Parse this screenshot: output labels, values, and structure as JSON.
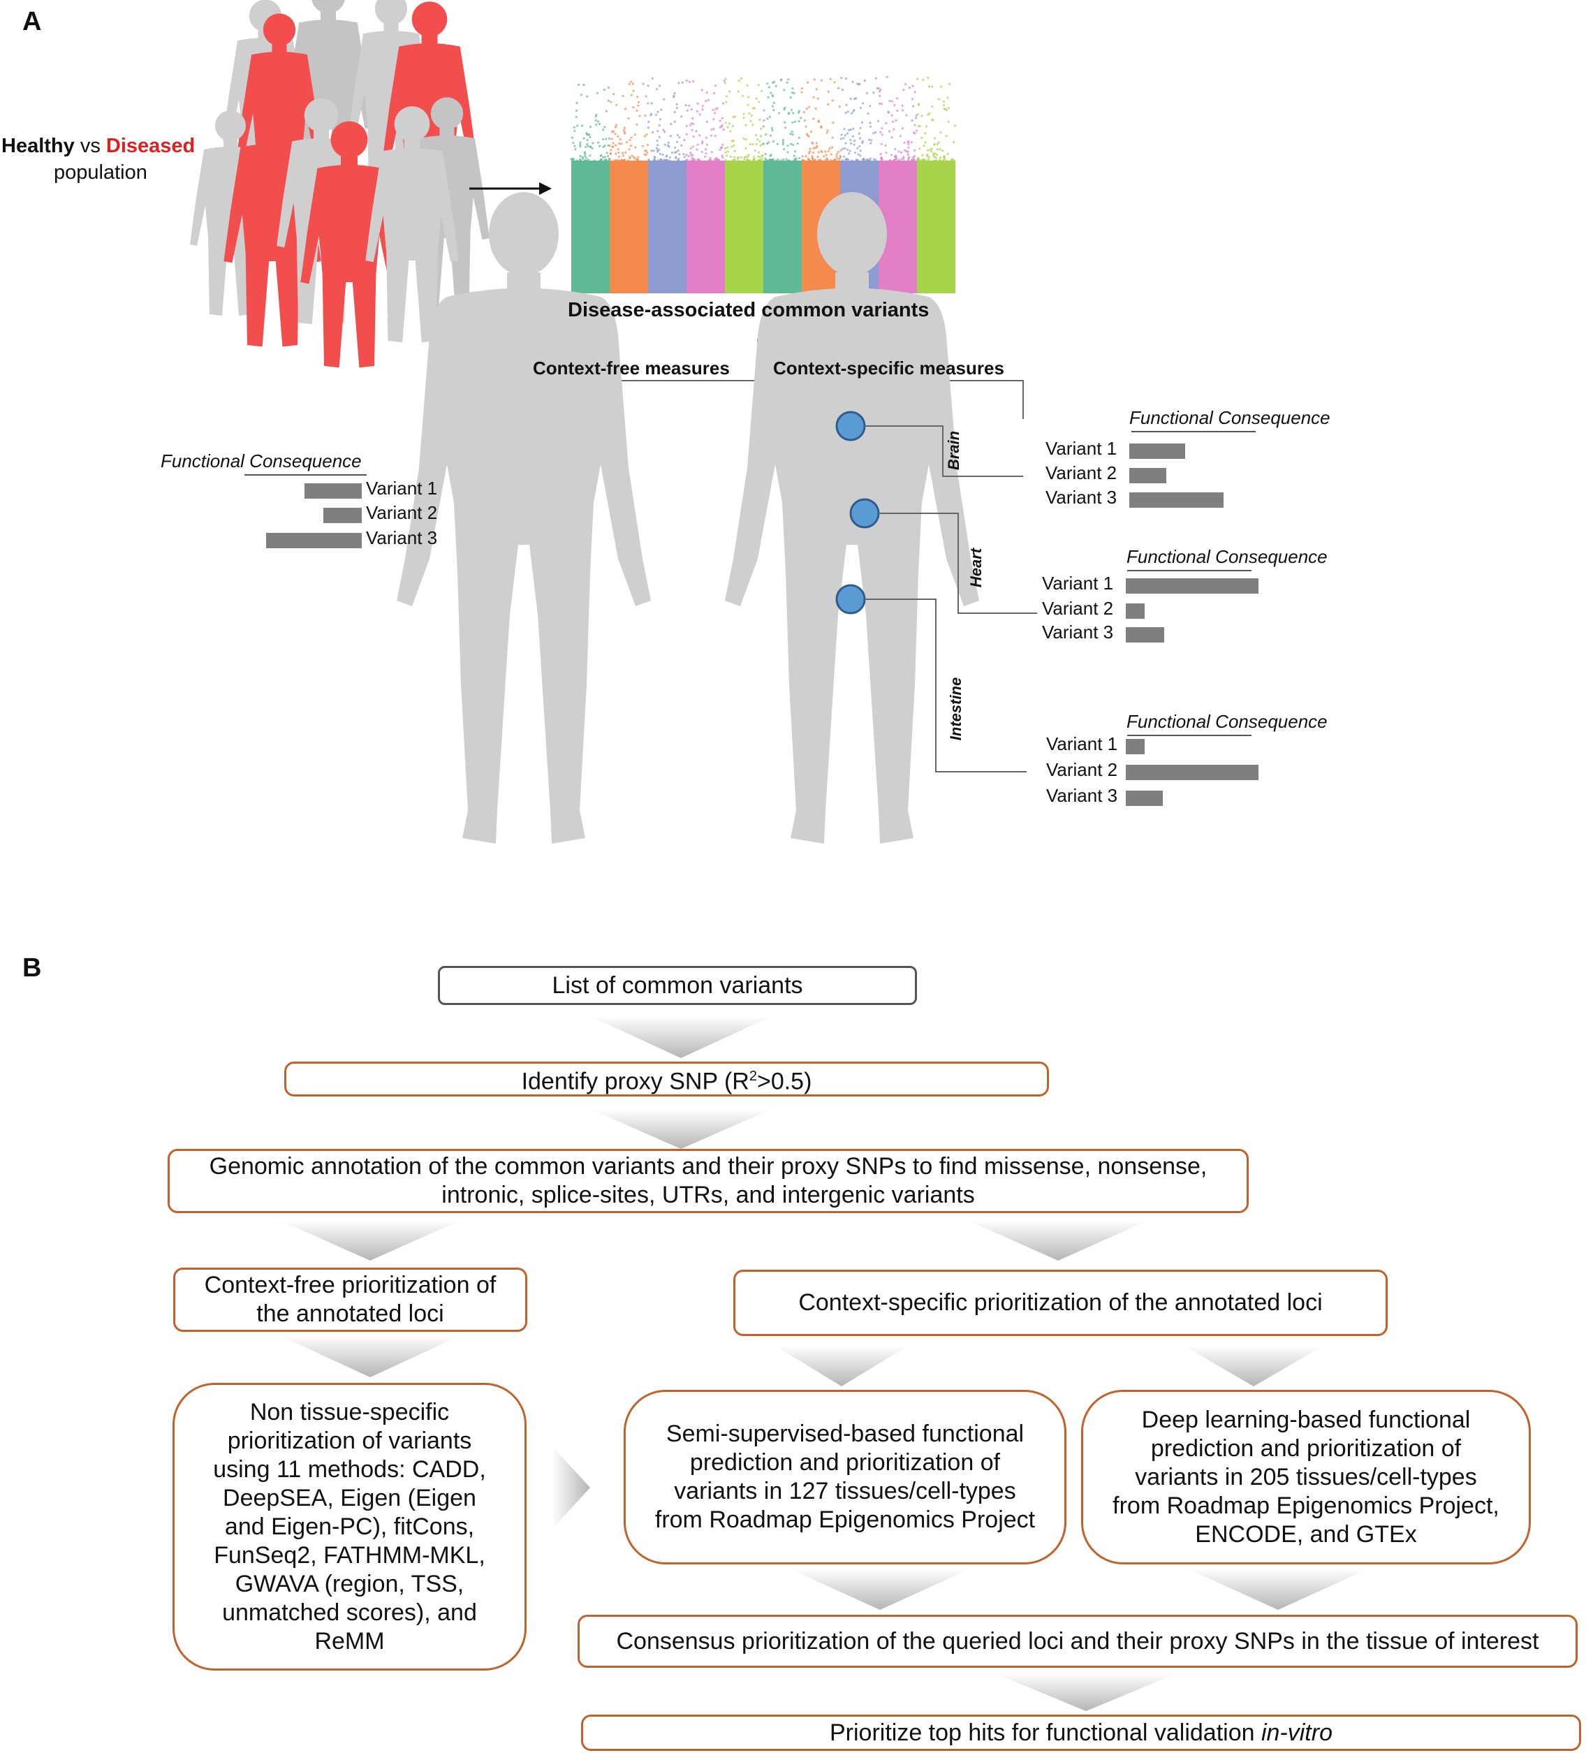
{
  "panel_a": {
    "label": "A",
    "population": {
      "healthy": "Healthy",
      "vs": "vs",
      "diseased": "Diseased",
      "population": "population"
    },
    "manhattan_caption": "Disease-associated  common  variants",
    "context_free": "Context-free measures",
    "context_specific": "Context-specific measures",
    "functional_consequence": "Functional Consequence",
    "left_variants": [
      {
        "label": "Variant 1",
        "value": 0.43
      },
      {
        "label": "Variant 2",
        "value": 0.29
      },
      {
        "label": "Variant 3",
        "value": 0.72
      }
    ],
    "organs": [
      {
        "name": "Brain",
        "variants": [
          {
            "label": "Variant 1",
            "value": 0.42
          },
          {
            "label": "Variant 2",
            "value": 0.28
          },
          {
            "label": "Variant 3",
            "value": 0.71
          }
        ]
      },
      {
        "name": "Heart",
        "variants": [
          {
            "label": "Variant 1",
            "value": 1.0
          },
          {
            "label": "Variant 2",
            "value": 0.14
          },
          {
            "label": "Variant 3",
            "value": 0.29
          }
        ]
      },
      {
        "name": "Intestine",
        "variants": [
          {
            "label": "Variant 1",
            "value": 0.14
          },
          {
            "label": "Variant 2",
            "value": 1.0
          },
          {
            "label": "Variant 3",
            "value": 0.28
          }
        ]
      }
    ],
    "colors": {
      "diseased": "#f24e4e",
      "healthy": "#c8c8c8",
      "organ_marker": "#5b9bd5",
      "bars": "#7f7f7f",
      "manhattan": [
        "#5fb896",
        "#f58a4f",
        "#8d9bd0",
        "#e27fc6",
        "#a6d44b",
        "#5fb896",
        "#f58a4f",
        "#8d9bd0",
        "#e27fc6",
        "#a6d44b"
      ]
    }
  },
  "panel_b": {
    "label": "B",
    "step1": "List of common variants",
    "step2": "Identify proxy SNP (R",
    "step2_sup": "2",
    "step2_end": ">0.5)",
    "step3": "Genomic annotation of the common variants and their proxy SNPs to find missense, nonsense,\nintronic, splice-sites, UTRs, and intergenic variants",
    "context_free_box": "Context-free prioritization of\nthe annotated loci",
    "context_specific_box": "Context-specific prioritization of the annotated loci",
    "non_tissue_box": "Non tissue-specific\nprioritization of variants\nusing 11 methods: CADD,\nDeepSEA, Eigen (Eigen\nand Eigen-PC), fitCons,\nFunSeq2, FATHMM-MKL,\nGWAVA (region, TSS,\nunmatched scores), and\nReMM",
    "semi_box": "Semi-supervised-based functional\nprediction and prioritization of\nvariants in 127 tissues/cell-types\nfrom Roadmap Epigenomics Project",
    "deep_box": "Deep learning-based functional\nprediction and prioritization of\nvariants in 205 tissues/cell-types\nfrom Roadmap Epigenomics Project,\nENCODE, and GTEx",
    "consensus_box": "Consensus prioritization of the queried loci and their proxy SNPs in the tissue of interest",
    "final_box_text": "Prioritize top hits for functional validation ",
    "final_box_italic": "in-vitro"
  }
}
